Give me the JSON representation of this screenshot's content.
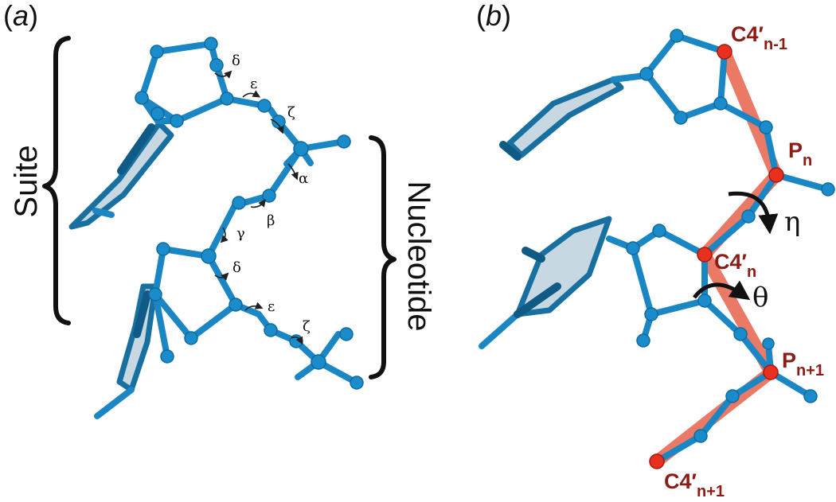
{
  "panel_a": {
    "label_open": "(",
    "label_letter": "a",
    "label_close": ")",
    "suite_label": "Suite",
    "nucleotide_label": "Nucleotide",
    "torsions": {
      "delta_1": "δ",
      "epsilon_1": "ε",
      "zeta_1": "ζ",
      "alpha": "α",
      "beta": "β",
      "gamma": "γ",
      "delta_2": "δ",
      "epsilon_2": "ε",
      "zeta_2": "ζ"
    }
  },
  "panel_b": {
    "label_open": "(",
    "label_letter": "b",
    "label_close": ")",
    "atoms": {
      "c4_prev_main": "C4′",
      "c4_prev_sub": "n-1",
      "p_n_main": "P",
      "p_n_sub": "n",
      "c4_n_main": "C4′",
      "c4_n_sub": "n",
      "p_next_main": "P",
      "p_next_sub": "n+1",
      "c4_next_main": "C4′",
      "c4_next_sub": "n+1"
    },
    "pseudo_torsions": {
      "eta": "η",
      "theta": "θ"
    }
  },
  "colors": {
    "backbone_blue": "#1a86c4",
    "highlight_red": "#e8301f",
    "pseudo_bond_salmon": "#e86a55",
    "label_dark_red": "#8c1c16"
  }
}
